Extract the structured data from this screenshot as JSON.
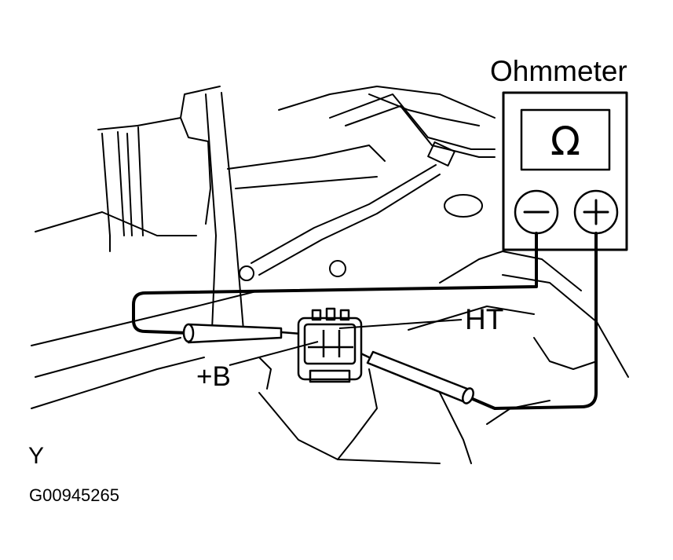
{
  "labels": {
    "meter": "Ohmmeter",
    "ohm_symbol": "Ω",
    "terminal_ht": "HT",
    "terminal_b": "+B",
    "view_letter": "Y",
    "figure_id": "G00945265"
  },
  "colors": {
    "line": "#000000",
    "background": "#ffffff"
  }
}
